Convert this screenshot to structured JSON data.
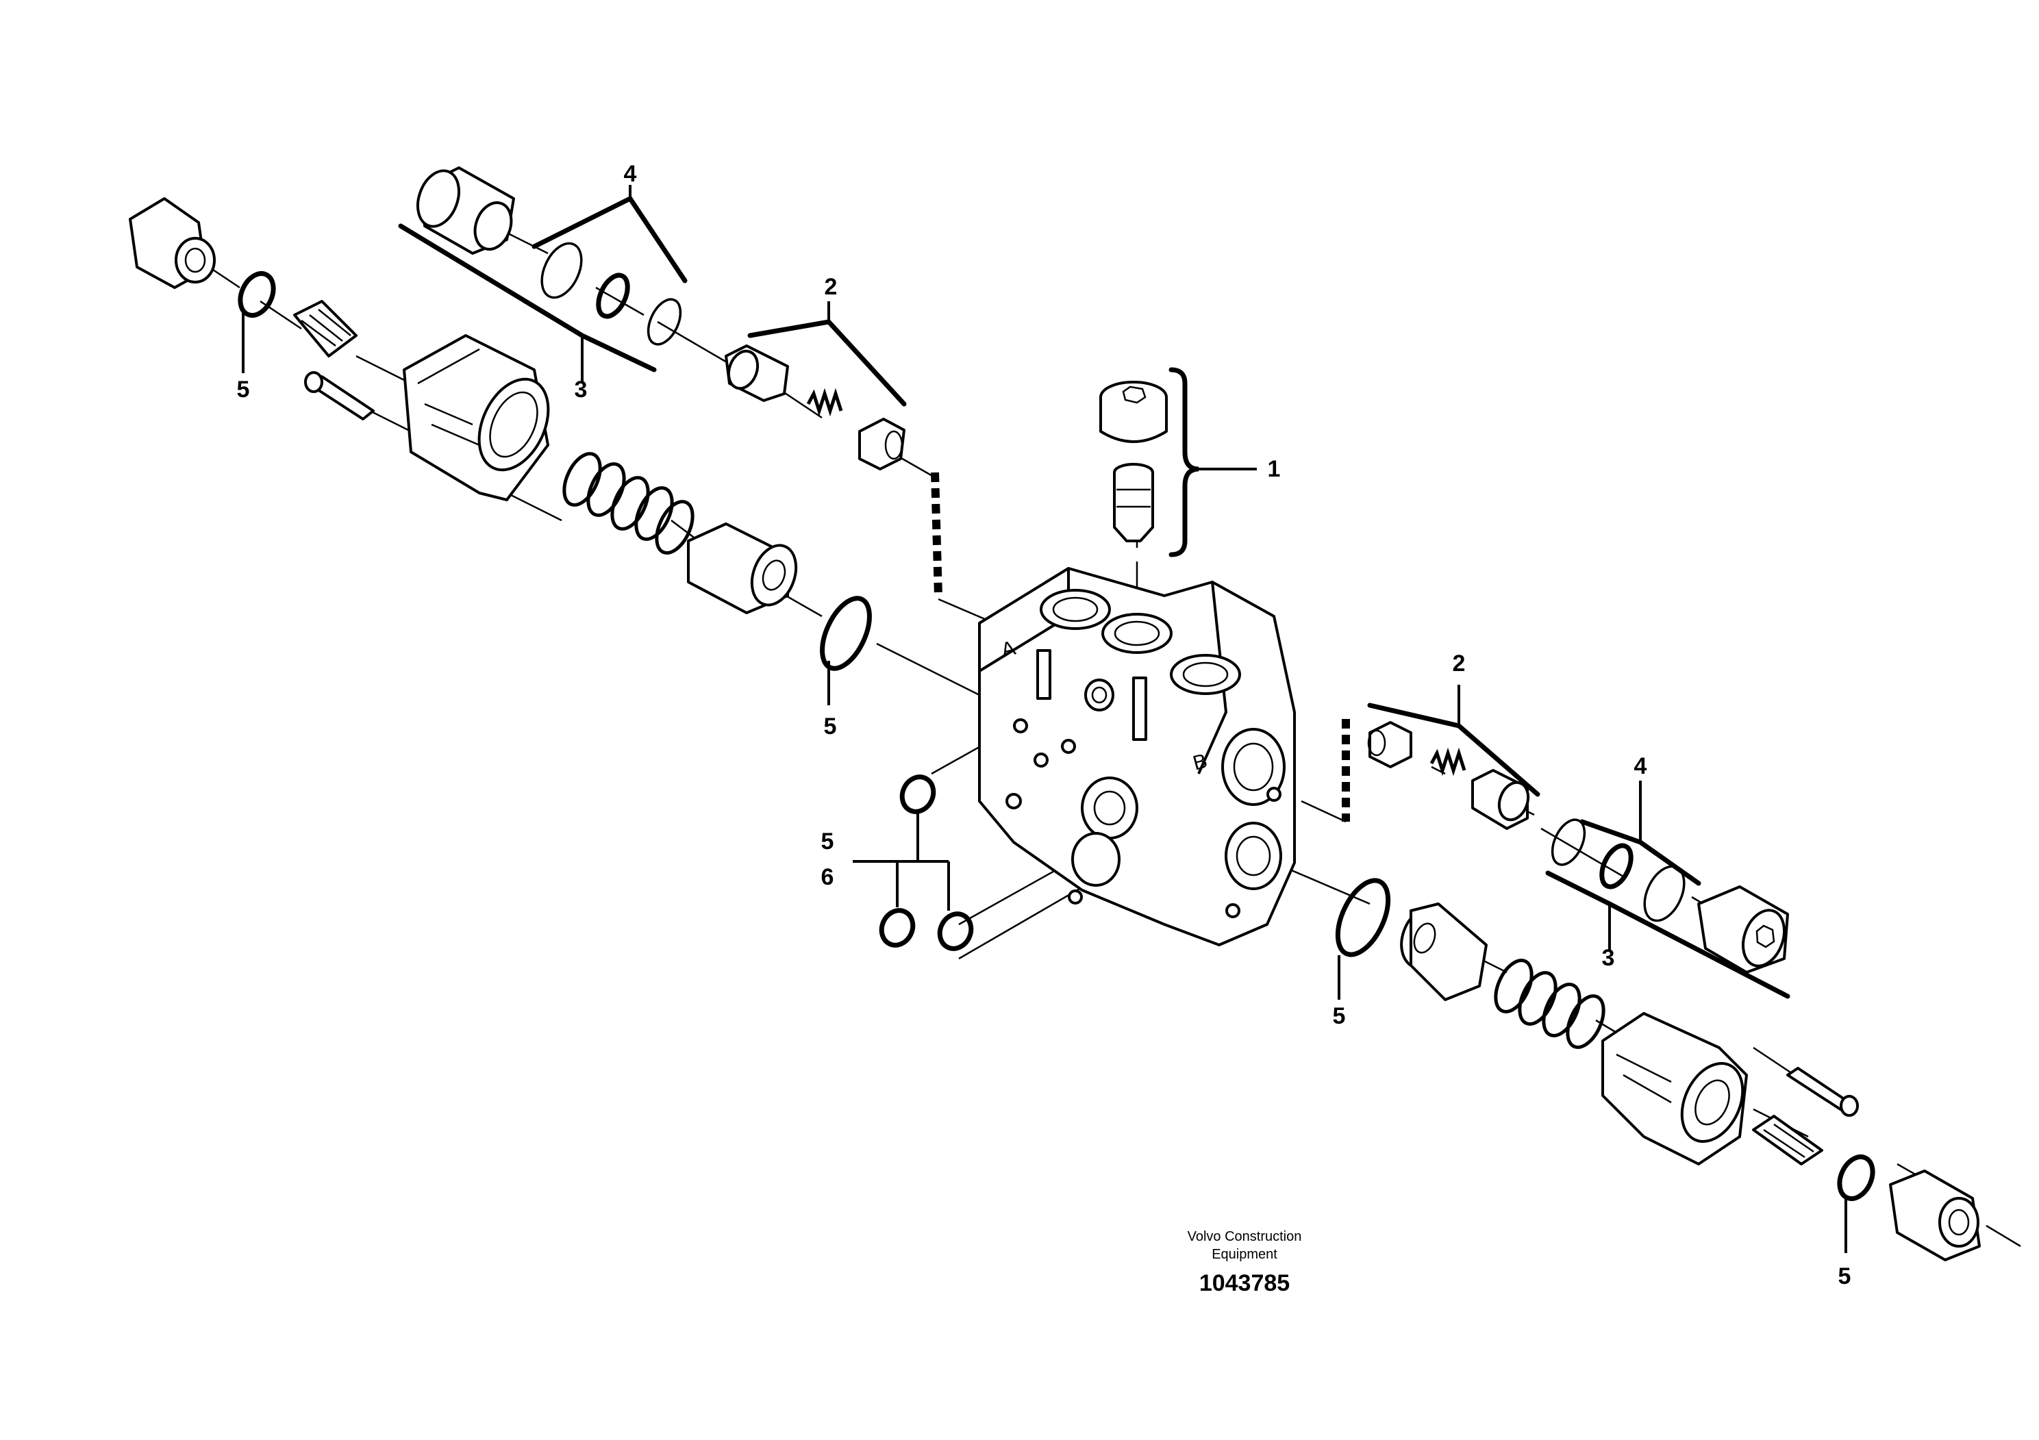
{
  "callouts": {
    "c1": "1",
    "c2_left": "2",
    "c2_right": "2",
    "c3_left": "3",
    "c3_right": "3",
    "c4_left": "4",
    "c4_right": "4",
    "c5_topleft": "5",
    "c5_mid": "5",
    "c5_center": "5",
    "c6_center": "6",
    "c5_rightmid": "5",
    "c5_bottomright": "5"
  },
  "footer": {
    "caption_line1": "Volvo Construction",
    "caption_line2": "Equipment",
    "document_number": "1043785"
  },
  "body_markings": {
    "port_a": "A",
    "port_b": "B"
  }
}
